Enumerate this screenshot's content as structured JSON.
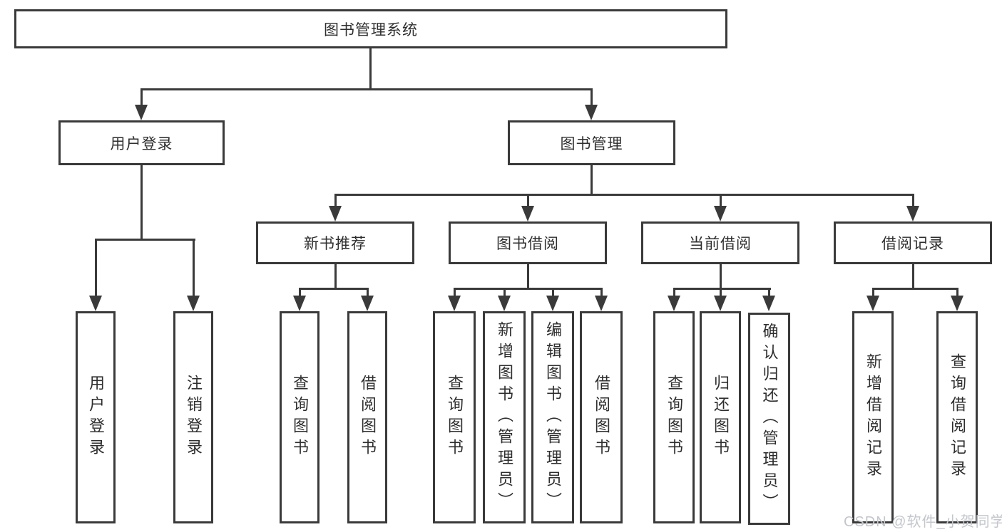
{
  "tree": {
    "root": "图书管理系统",
    "branches": [
      {
        "label": "用户登录",
        "children": [
          "用户登录",
          "注销登录"
        ]
      },
      {
        "label": "图书管理",
        "children": [
          {
            "label": "新书推荐",
            "children": [
              "查询图书",
              "借阅图书"
            ]
          },
          {
            "label": "图书借阅",
            "children": [
              "查询图书",
              "新增图书（管理员）",
              "编辑图书（管理员）",
              "借阅图书"
            ]
          },
          {
            "label": "当前借阅",
            "children": [
              "查询图书",
              "归还图书",
              "确认归还（管理员）"
            ]
          },
          {
            "label": "借阅记录",
            "children": [
              "新增借阅记录",
              "查询借阅记录"
            ]
          }
        ]
      }
    ]
  },
  "watermark": "CSDN @软件_小贺同学",
  "colors": {
    "line": "#3a3a3a",
    "text": "#2e2e2e",
    "watermark": "#c3c6cb",
    "background": "#ffffff"
  }
}
